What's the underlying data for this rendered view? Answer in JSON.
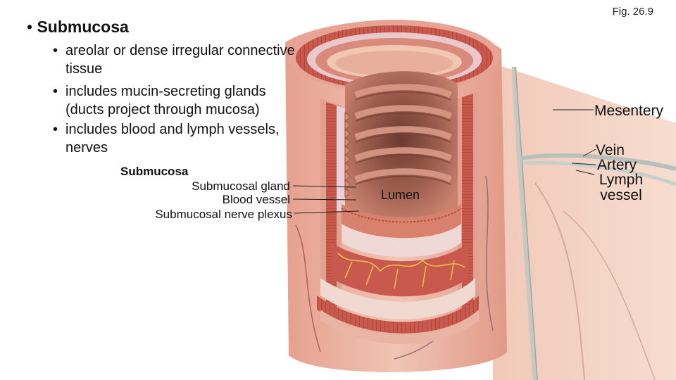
{
  "slide": {
    "title": "Submucosa",
    "bullets": [
      "areolar or dense irregular connective tissue",
      "includes mucin-secreting glands (ducts project through mucosa)",
      "includes blood and lymph vessels, nerves"
    ],
    "figure_ref": "Fig. 26.9"
  },
  "figure": {
    "left_labels": {
      "heading": "Submucosa",
      "gland": "Submucosal gland",
      "vessel": "Blood vessel",
      "plexus": "Submucosal nerve plexus"
    },
    "lumen": "Lumen",
    "right_labels": {
      "mesentery": "Mesentery",
      "vein": "Vein",
      "artery": "Artery",
      "lymph": "Lymph vessel"
    }
  },
  "colors": {
    "muscle": "#c9584e",
    "mucosa": "#d98a7a",
    "submucosa": "#efd8d0",
    "mesentery": "#f3d4c4",
    "serosa": "#e9b4a4",
    "vessel_yellow": "#e6c04a"
  }
}
